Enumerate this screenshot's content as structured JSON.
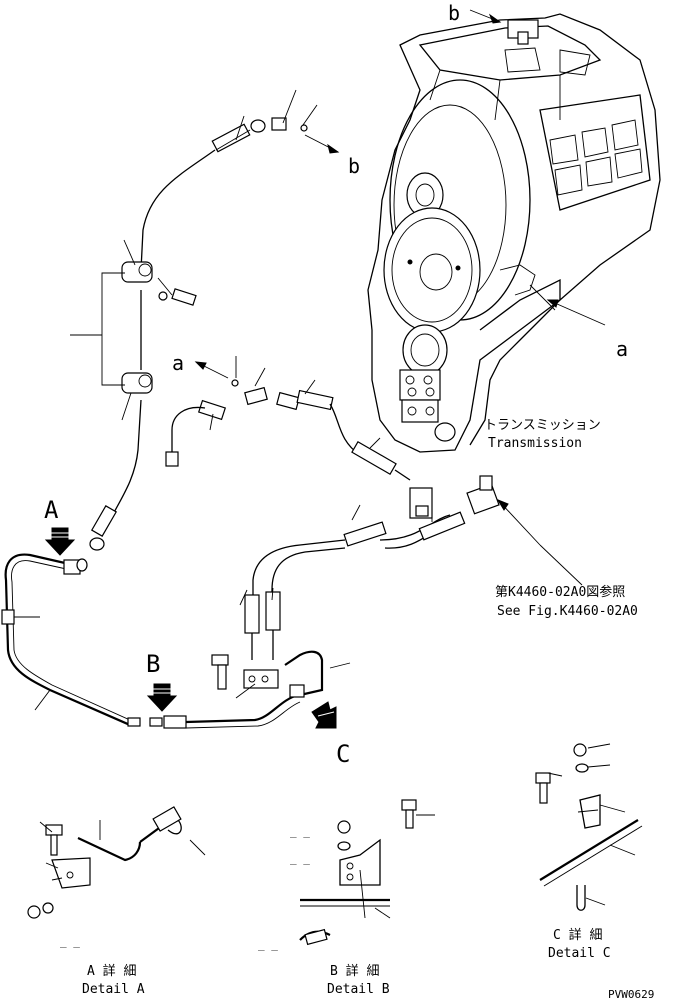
{
  "ref_letters": {
    "b_top": "b",
    "b_right": "b",
    "a_right": "a",
    "a_left": "a"
  },
  "view_markers": {
    "A": "A",
    "B": "B",
    "C": "C"
  },
  "transmission_label": {
    "jp": "トランスミッション",
    "en": "Transmission"
  },
  "see_fig_label": {
    "jp": "第K4460-02A0図参照",
    "en": "See Fig.K4460-02A0"
  },
  "details": {
    "A": {
      "jp": "A 詳 細",
      "en": "Detail A"
    },
    "B": {
      "jp": "B 詳 細",
      "en": "Detail B"
    },
    "C": {
      "jp": "C 詳 細",
      "en": "Detail C"
    }
  },
  "dash_marks": "_ _",
  "figure_code": "PVW0629"
}
